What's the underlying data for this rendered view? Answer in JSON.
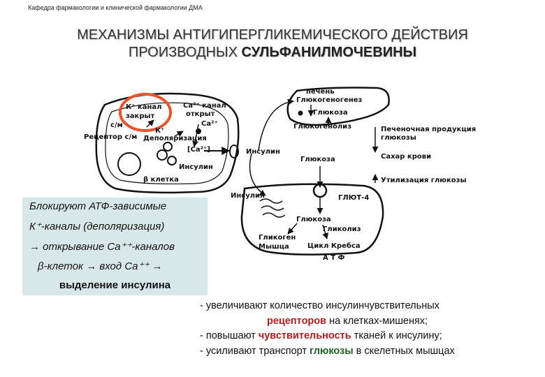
{
  "header": "Кафедра фармакологии и клинической фармакологии ДМА",
  "title": {
    "line1": "МЕХАНИЗМЫ   АНТИГИПЕРГЛИКЕМИЧЕСКОГО ДЕЙСТВИЯ",
    "line2_normal": "ПРОИЗВОДНЫХ ",
    "line2_bold": "СУЛЬФАНИЛМОЧЕВИНЫ"
  },
  "diagram": {
    "k_channel_1": "К⁺ канал",
    "k_channel_2": "закрыт",
    "ca_channel_1": "Ca²⁺ канал",
    "ca_channel_2": "открыт",
    "k_plus": "К⁺",
    "ca_ion": "Ca²⁺",
    "su": "с/м",
    "receptor": "Рецептор с/м",
    "depol": "Деполяризация",
    "ca_in": "[Ca²⁺]",
    "insulin_in_cell": "Инсулин",
    "beta_cell": "β клетка",
    "insulin_out": "Инсулин",
    "liver": "печень",
    "glyconeogenesis": "Глюкогеногенез",
    "glucose_liver": "Глюкоза",
    "glycogenolysis": "Глюкогенолиз",
    "hepatic_prod_1": "Печеночная продукция",
    "hepatic_prod_2": "глюкозы",
    "blood_sugar": "Сахар крови",
    "glucose_util": "Утилизация глюкозы",
    "glucose_mid": "Глюкоза",
    "insulin_muscle": "Инсулин",
    "glut4": "ГЛЮТ-4",
    "glucose_muscle": "Глюкоза",
    "glycogen": "Гликоген",
    "glycolysis": "Гликолиз",
    "muscle": "Мышца",
    "krebs": "Цикл Кребса",
    "atp": "А Т Ф"
  },
  "infobox": {
    "l1": "Блокируют АТФ-зависимые",
    "l2": "К⁺-каналы (деполяризация)",
    "l3": "→ открывание Ca⁺⁺-каналов",
    "l4": "β-клеток → вход Ca⁺⁺ →",
    "l5": "выделение инсулина"
  },
  "effects": {
    "e1": "- увеличивают количество инсулинчувствительных",
    "e2_red": "рецепторов",
    "e2_rest": " на клетках-мишенях;",
    "e3_pre": "- повышают ",
    "e3_red": "чувствительность",
    "e3_rest": " тканей к инсулину;",
    "e4_pre": "- усиливают транспорт ",
    "e4_grn": "глюкозы",
    "e4_rest": " в скелетных мышцах"
  },
  "colors": {
    "highlight_ring": "#e8542b",
    "infobox_bg": "#d8e8e8",
    "emphasis_red": "#b01e1e",
    "emphasis_green": "#1f5f28"
  }
}
